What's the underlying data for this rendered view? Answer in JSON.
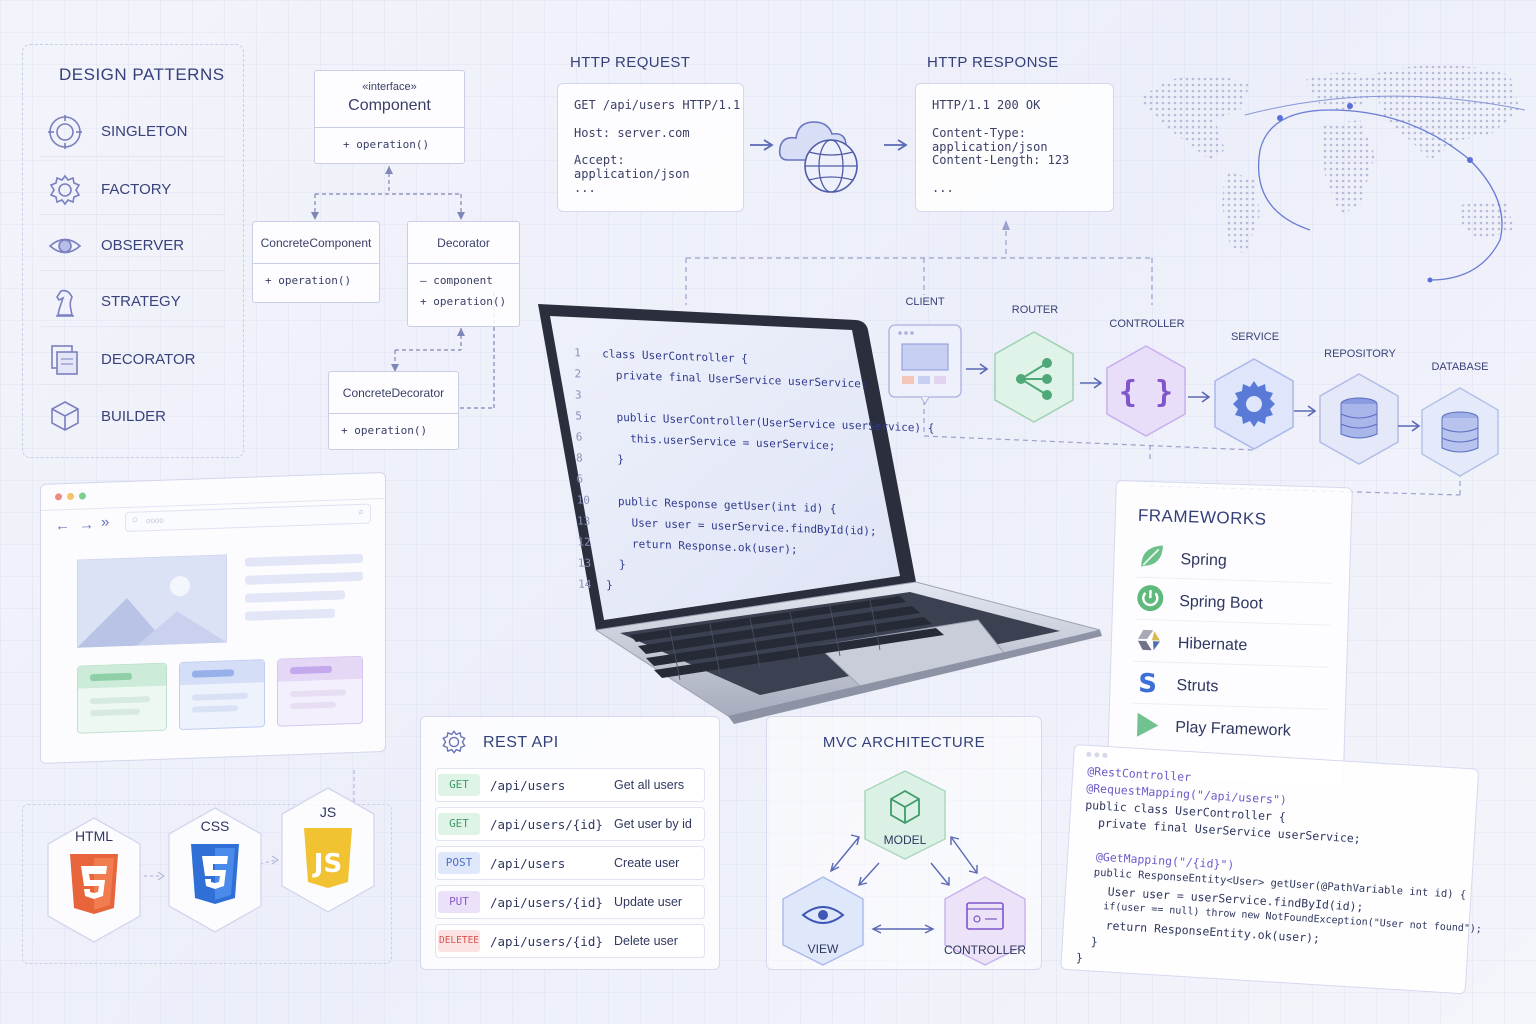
{
  "design_patterns": {
    "title": "DESIGN PATTERNS",
    "items": [
      {
        "label": "SINGLETON",
        "icon": "target-icon"
      },
      {
        "label": "FACTORY",
        "icon": "gear-icon"
      },
      {
        "label": "OBSERVER",
        "icon": "eye-icon"
      },
      {
        "label": "STRATEGY",
        "icon": "chess-knight-icon"
      },
      {
        "label": "DECORATOR",
        "icon": "layers-icon"
      },
      {
        "label": "BUILDER",
        "icon": "cube-icon"
      }
    ]
  },
  "uml": {
    "component": {
      "stereotype": "«interface»",
      "name": "Component",
      "op": "+ operation()"
    },
    "concrete_component": {
      "name": "ConcreteComponent",
      "op": "+ operation()"
    },
    "decorator": {
      "name": "Decorator",
      "field": "– component",
      "op": "+ operation()"
    },
    "concrete_decorator": {
      "name": "ConcreteDecorator",
      "op": "+ operation()"
    }
  },
  "http": {
    "request_title": "HTTP REQUEST",
    "request_lines": [
      "GET /api/users HTTP/1.1",
      "Host: server.com",
      "Accept: application/json",
      "..."
    ],
    "response_title": "HTTP RESPONSE",
    "response_lines": [
      "HTTP/1.1 200 OK",
      "Content-Type: application/json",
      "Content-Length: 123",
      "..."
    ]
  },
  "pipeline": [
    "CLIENT",
    "ROUTER",
    "CONTROLLER",
    "SERVICE",
    "REPOSITORY",
    "DATABASE"
  ],
  "laptop_code": {
    "line_numbers": [
      "1",
      "2",
      "3",
      "5",
      "6",
      "8",
      "6",
      "10",
      "13",
      "12",
      "13",
      "14"
    ],
    "lines": [
      "class UserController {",
      "  private final UserService userService;",
      "",
      "  public UserController(UserService userService) {",
      "    this.userService = userService;",
      "  }",
      "",
      "  public Response getUser(int id) {",
      "    User user = userService.findById(id);",
      "    return Response.ok(user);",
      "  }",
      "}"
    ]
  },
  "browser": {
    "search_placeholder": "oooo"
  },
  "web_tech": [
    "HTML",
    "CSS",
    "JS"
  ],
  "frameworks": {
    "title": "FRAMEWORKS",
    "items": [
      "Spring",
      "Spring Boot",
      "Hibernate",
      "Struts",
      "Play Framework"
    ]
  },
  "rest_api": {
    "title": "REST API",
    "rows": [
      {
        "method": "GET",
        "path": "/api/users",
        "desc": "Get all users"
      },
      {
        "method": "GET",
        "path": "/api/users/{id}",
        "desc": "Get user by id"
      },
      {
        "method": "POST",
        "path": "/api/users",
        "desc": "Create user"
      },
      {
        "method": "PUT",
        "path": "/api/users/{id}",
        "desc": "Update user"
      },
      {
        "method": "DELETEE",
        "path": "/api/users/{id}",
        "desc": "Delete user"
      }
    ]
  },
  "mvc": {
    "title": "MVC ARCHITECTURE",
    "model": "MODEL",
    "view": "VIEW",
    "controller": "CONTROLLER"
  },
  "code_card": {
    "lines": [
      "@RestController",
      "@RequestMapping(\"/api/users\")",
      "public class UserController {",
      "  private final UserService userService;",
      "",
      "  @GetMapping(\"/{id}\")",
      "  public ResponseEntity<User> getUser(@PathVariable int id) {",
      "    User user = userService.findById(id);",
      "    if(user == null) throw new NotFoundException(\"User not found\");",
      "    return ResponseEntity.ok(user);",
      "  }",
      "}"
    ]
  },
  "colors": {
    "accent": "#5b6fd8",
    "get": "#3f9b6a",
    "post": "#4a6fc9",
    "put": "#8a5cc9",
    "delete": "#d9534f"
  }
}
